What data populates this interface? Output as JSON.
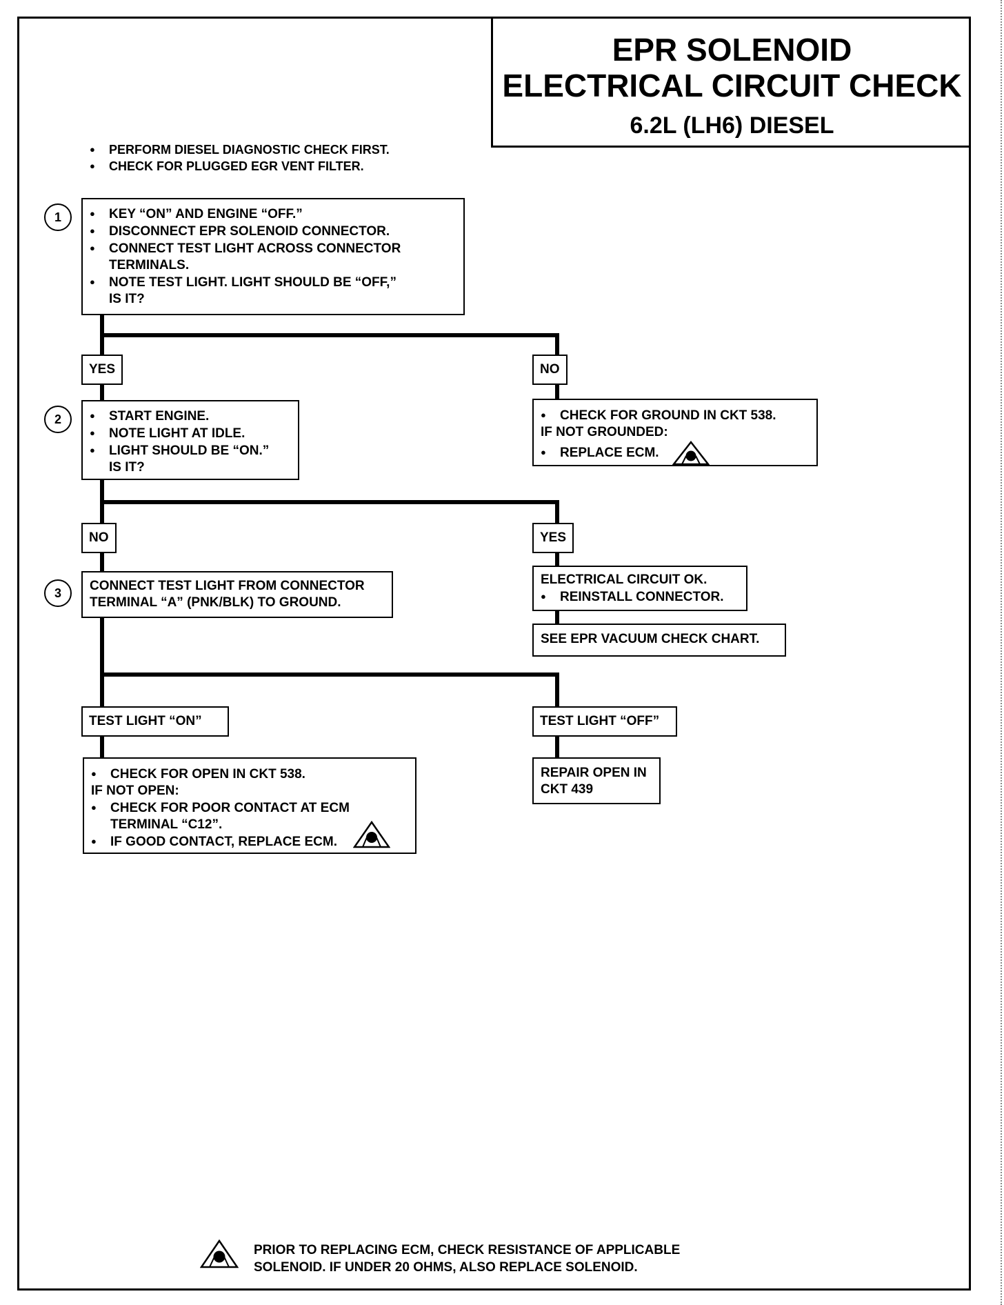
{
  "title": {
    "line1": "EPR SOLENOID",
    "line2": "ELECTRICAL CIRCUIT CHECK",
    "line3": "6.2L (LH6) DIESEL"
  },
  "prechecks": [
    "PERFORM DIESEL DIAGNOSTIC CHECK FIRST.",
    "CHECK FOR PLUGGED EGR VENT FILTER."
  ],
  "steps": [
    {
      "number": "1",
      "lines": [
        "KEY “ON” AND ENGINE “OFF.”",
        "DISCONNECT EPR SOLENOID CONNECTOR.",
        "CONNECT TEST LIGHT ACROSS CONNECTOR",
        "TERMINALS.",
        "NOTE TEST LIGHT.  LIGHT SHOULD BE “OFF,”",
        "IS IT?"
      ]
    },
    {
      "number": "2",
      "lines": [
        "START ENGINE.",
        "NOTE LIGHT AT IDLE.",
        "LIGHT SHOULD BE “ON.”",
        "IS IT?"
      ]
    },
    {
      "number": "3",
      "lines": [
        "CONNECT TEST LIGHT FROM CONNECTOR",
        "TERMINAL “A” (PNK/BLK) TO GROUND."
      ]
    }
  ],
  "labels": {
    "yes1": "YES",
    "no1": "NO",
    "no2": "NO",
    "yes2": "YES",
    "on3": "TEST LIGHT “ON”",
    "off3": "TEST LIGHT “OFF”"
  },
  "results": {
    "ground": [
      "CHECK FOR GROUND IN CKT 538.",
      "IF NOT GROUNDED:",
      "REPLACE ECM."
    ],
    "circuit_ok": [
      "ELECTRICAL CIRCUIT OK.",
      "REINSTALL CONNECTOR."
    ],
    "vacuum": "SEE EPR VACUUM CHECK CHART.",
    "open538": [
      "CHECK FOR OPEN IN CKT 538.",
      "IF NOT OPEN:",
      "CHECK FOR POOR CONTACT AT ECM",
      "TERMINAL “C12”.",
      "IF GOOD CONTACT,  REPLACE ECM."
    ],
    "repair439": [
      "REPAIR OPEN IN",
      "CKT 439"
    ]
  },
  "footnote": [
    "PRIOR TO REPLACING ECM, CHECK RESISTANCE OF APPLICABLE",
    "SOLENOID.  IF UNDER 20 OHMS, ALSO REPLACE SOLENOID."
  ],
  "icons": {
    "warning": "ecm-warning-triangle-icon"
  }
}
